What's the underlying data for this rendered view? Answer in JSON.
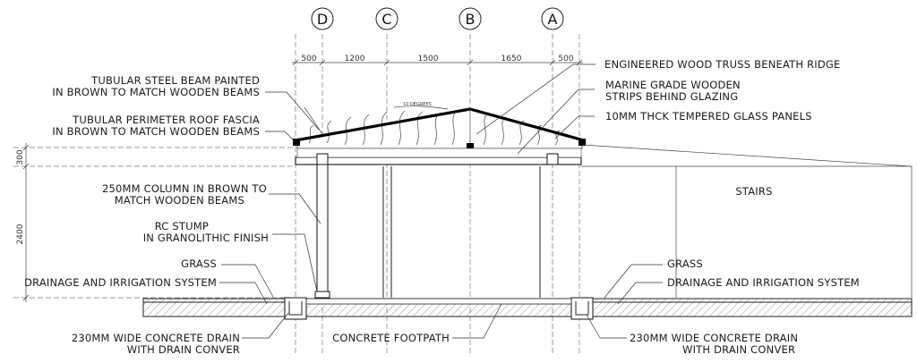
{
  "grid_labels": [
    "D",
    "C",
    "B",
    "A"
  ],
  "top_dimensions": [
    "500",
    "1200",
    "1500",
    "1650",
    "500"
  ],
  "side_dimensions": [
    "300",
    "2400"
  ],
  "roof_angle": "10 DEGREES",
  "labels": {
    "engineered_truss": "ENGINEERED WOOD TRUSS BENEATH RIDGE",
    "marine_strips_1": "MARINE GRADE WOODEN",
    "marine_strips_2": "STRIPS BEHIND GLAZING",
    "glass_panels": "10MM THCK TEMPERED GLASS PANELS",
    "steel_beam_1": "TUBULAR STEEL BEAM PAINTED",
    "steel_beam_2": "IN BROWN TO MATCH WOODEN BEAMS",
    "roof_fascia_1": "TUBULAR PERIMETER ROOF FASCIA",
    "roof_fascia_2": "IN BROWN TO MATCH WOODEN BEAMS",
    "column_1": "250MM COLUMN IN BROWN TO",
    "column_2": "MATCH WOODEN BEAMS",
    "rc_stump_1": "RC STUMP",
    "rc_stump_2": "IN GRANOLITHIC FINISH",
    "grass_left": "GRASS",
    "drainage_left": "DRAINAGE AND IRRIGATION SYSTEM",
    "stairs": "STAIRS",
    "grass_right": "GRASS",
    "drainage_right": "DRAINAGE AND IRRIGATION SYSTEM",
    "drain_left_1": "230MM WIDE CONCRETE DRAIN",
    "drain_left_2": "WITH DRAIN CONVER",
    "footpath": "CONCRETE FOOTPATH",
    "drain_right_1": "230MM WIDE CONCRETE DRAIN",
    "drain_right_2": "WITH DRAIN CONVER"
  }
}
